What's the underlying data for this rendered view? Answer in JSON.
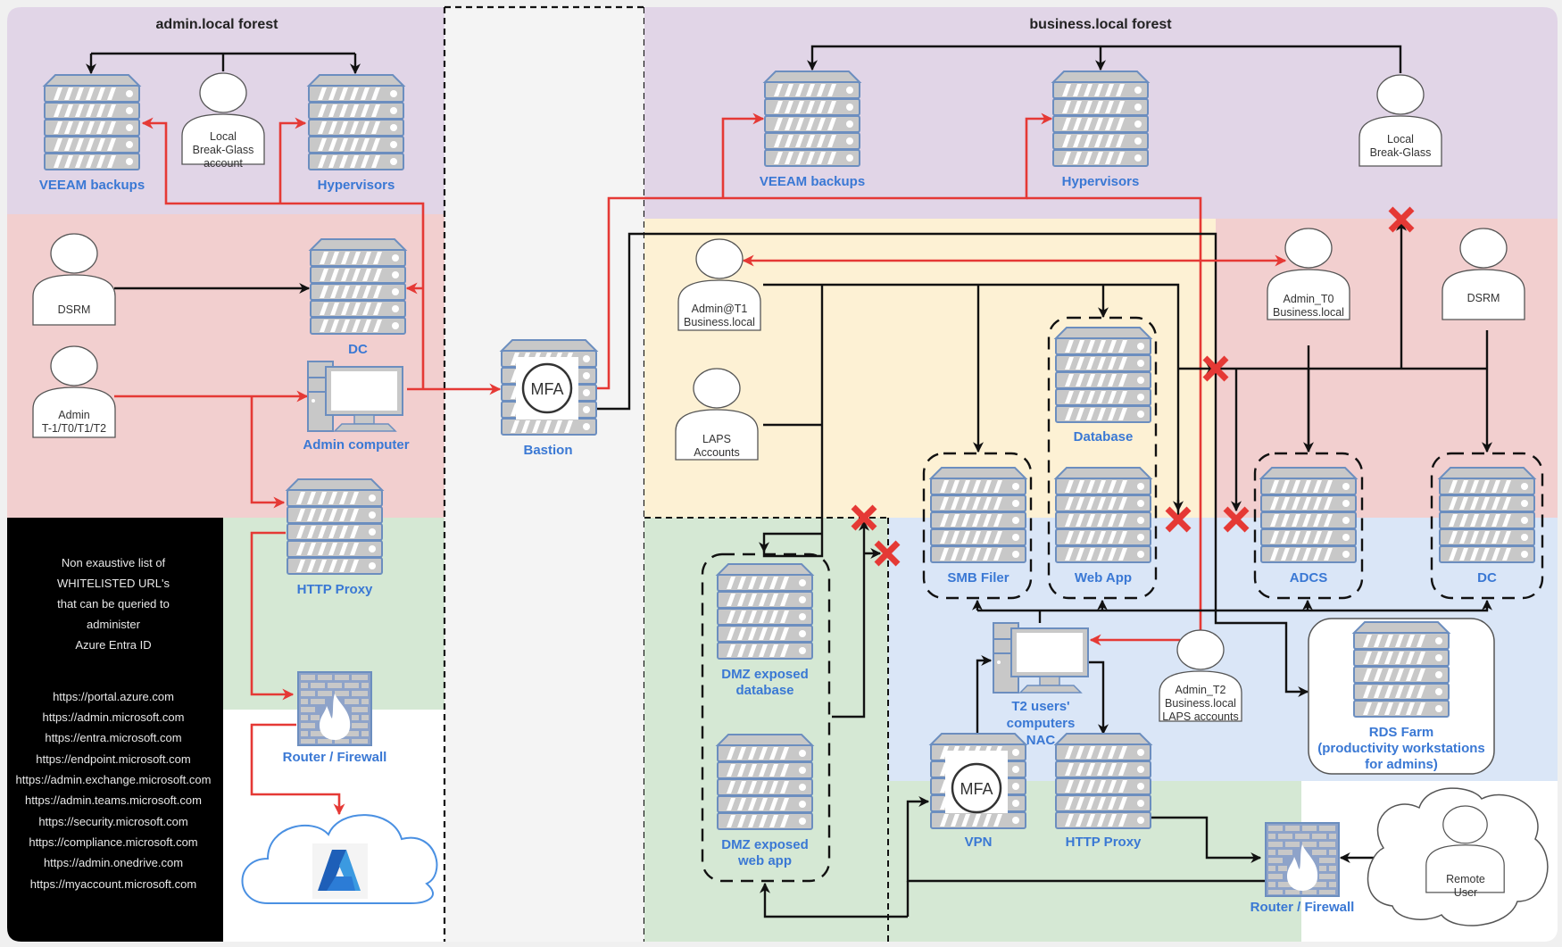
{
  "zones": {
    "admin_forest_title": "admin.local forest",
    "business_forest_title": "business.local forest"
  },
  "colors": {
    "tier0_purple": "#e1d5e7",
    "tier_pink": "#f2cfcf",
    "tier1_yellow": "#fdf1d4",
    "dmz_green": "#d5e8d4",
    "tier2_blue": "#dae6f7",
    "bastion_gray": "#f4f4f4",
    "label_blue": "#3a78d4",
    "admin_path_red": "#e53935",
    "flow_black": "#111111",
    "server_fill": "#c8c8c8",
    "server_stroke": "#6c8ebf"
  },
  "admin_forest": {
    "servers": {
      "veeam": "VEEAM backups",
      "hypervisors": "Hypervisors",
      "dc": "DC",
      "admin_computer": "Admin computer",
      "http_proxy": "HTTP Proxy",
      "router_firewall": "Router / Firewall"
    },
    "users": {
      "break_glass": [
        "Local",
        "Break-Glass",
        "account"
      ],
      "dsrm": [
        "DSRM"
      ],
      "admin": [
        "Admin",
        "T-1/T0/T1/T2"
      ]
    },
    "whitelist": {
      "heading": [
        "Non exaustive list of",
        "WHITELISTED URL's",
        "that can be queried to",
        "administer",
        "Azure Entra ID"
      ],
      "urls": [
        "https://portal.azure.com",
        "https://admin.microsoft.com",
        "https://entra.microsoft.com",
        "https://endpoint.microsoft.com",
        "https://admin.exchange.microsoft.com",
        "https://admin.teams.microsoft.com",
        "https://security.microsoft.com",
        "https://compliance.microsoft.com",
        "https://admin.onedrive.com",
        "https://myaccount.microsoft.com"
      ]
    },
    "cloud_icon": "azure-logo"
  },
  "bastion": {
    "label": "Bastion",
    "badge": "MFA"
  },
  "business_forest": {
    "servers": {
      "veeam": "VEEAM backups",
      "hypervisors": "Hypervisors",
      "database": "Database",
      "smb_filer": "SMB Filer",
      "web_app": "Web App",
      "adcs": "ADCS",
      "dc": "DC",
      "dmz_db": [
        "DMZ exposed",
        "database"
      ],
      "dmz_web": [
        "DMZ exposed",
        "web app"
      ],
      "t2_computers": [
        "T2 users'",
        "computers",
        "NAC"
      ],
      "vpn": "VPN",
      "vpn_badge": "MFA",
      "http_proxy": "HTTP Proxy",
      "router_firewall": "Router / Firewall",
      "rds_farm": [
        "RDS Farm",
        "(productivity workstations",
        "for admins)"
      ]
    },
    "users": {
      "break_glass": [
        "Local",
        "Break-Glass"
      ],
      "admin_t1": [
        "Admin@T1",
        "Business.local"
      ],
      "laps": [
        "LAPS",
        "Accounts"
      ],
      "admin_t0": [
        "Admin_T0",
        "Business.local"
      ],
      "dsrm": [
        "DSRM"
      ],
      "admin_t2": [
        "Admin_T2",
        "Business.local",
        "LAPS accounts"
      ],
      "remote_user": [
        "Remote",
        "User"
      ]
    }
  }
}
